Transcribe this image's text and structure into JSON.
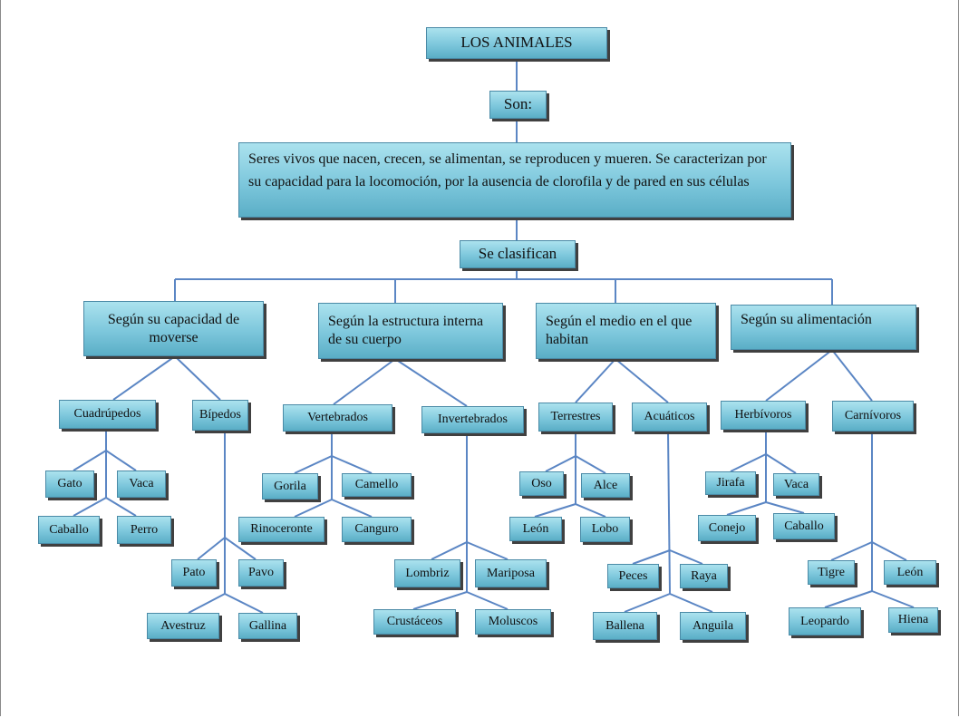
{
  "title": "LOS ANIMALES",
  "son": "Son:",
  "definition": "Seres vivos que nacen, crecen, se alimentan, se reproducen y mueren. Se caracterizan por su capacidad para la locomoción, por la ausencia de clorofila y de pared en sus células",
  "se_clasifican": "Se clasifican",
  "criteria": {
    "movimiento": "Según su capacidad de moverse",
    "estructura": "Según la estructura interna de su cuerpo",
    "medio": "Según el medio en el que habitan",
    "alimentacion": "Según su alimentación"
  },
  "groups": {
    "cuadrupedos": "Cuadrúpedos",
    "bipedos": "Bípedos",
    "vertebrados": "Vertebrados",
    "invertebrados": "Invertebrados",
    "terrestres": "Terrestres",
    "acuaticos": "Acuáticos",
    "herbivoros": "Herbívoros",
    "carnivoros": "Carnívoros"
  },
  "examples": {
    "cuadrupedos": [
      "Gato",
      "Vaca",
      "Caballo",
      "Perro"
    ],
    "bipedos": [
      "Pato",
      "Pavo",
      "Avestruz",
      "Gallina"
    ],
    "vertebrados": [
      "Gorila",
      "Camello",
      "Rinoceronte",
      "Canguro"
    ],
    "invertebrados": [
      "Lombriz",
      "Mariposa",
      "Crustáceos",
      "Moluscos"
    ],
    "terrestres": [
      "Oso",
      "Alce",
      "León",
      "Lobo"
    ],
    "acuaticos": [
      "Peces",
      "Raya",
      "Ballena",
      "Anguila"
    ],
    "herbivoros": [
      "Jirafa",
      "Vaca",
      "Conejo",
      "Caballo"
    ],
    "carnivoros": [
      "Tigre",
      "León",
      "Leopardo",
      "Hiena"
    ]
  },
  "colors": {
    "box_top": "#abe2ee",
    "box_bottom": "#5aaec6",
    "connector": "#5b86c4",
    "shadow": "#404040"
  }
}
